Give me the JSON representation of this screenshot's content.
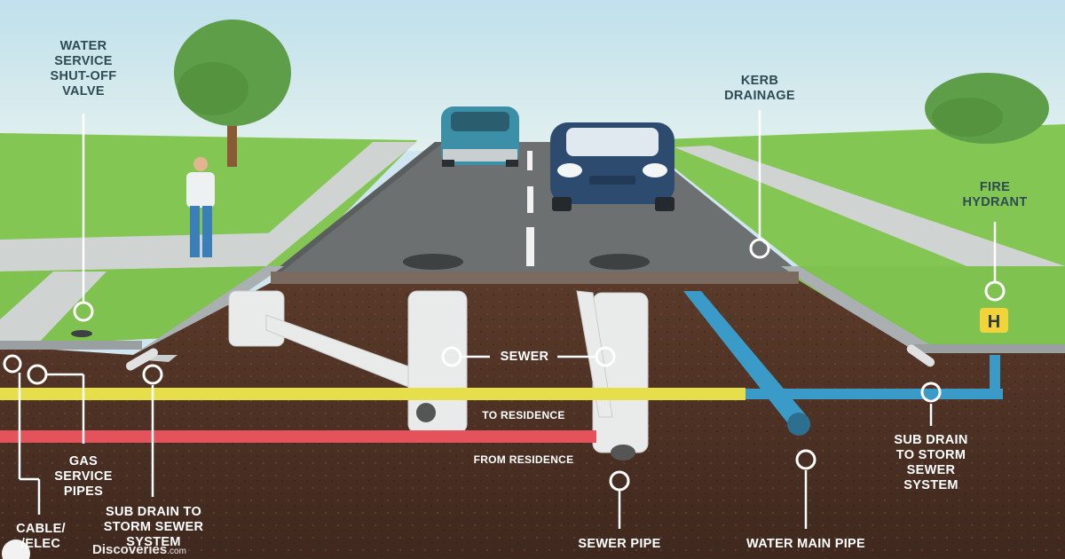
{
  "labels": {
    "water_valve": [
      "WATER",
      "SERVICE",
      "SHUT-OFF",
      "VALVE"
    ],
    "kerb_drainage": [
      "KERB",
      "DRAINAGE"
    ],
    "fire_hydrant": [
      "FIRE",
      "HYDRANT"
    ],
    "hydrant_sign": "H",
    "sewer": "SEWER",
    "to_residence": "TO RESIDENCE",
    "from_residence": "FROM RESIDENCE",
    "gas_pipes": [
      "GAS",
      "SERVICE",
      "PIPES"
    ],
    "sub_drain_left": [
      "SUB DRAIN TO",
      "STORM SEWER",
      "SYSTEM"
    ],
    "sub_drain_right": [
      "SUB DRAIN",
      "TO STORM",
      "SEWER",
      "SYSTEM"
    ],
    "cable": [
      "CABLE/",
      "/ELEC"
    ],
    "sewer_pipe": "SEWER PIPE",
    "water_main": "WATER MAIN PIPE"
  },
  "watermark": {
    "main": "Discoveries",
    "suffix": ".com"
  },
  "colors": {
    "sky": "#cfe6f0",
    "grass": "#7fc24f",
    "soil": "#4a3024",
    "road": "#6b6e6f",
    "gas_pipe": "#e6de4a",
    "cable_pipe": "#e4525b",
    "water_pipe": "#3a9bc9",
    "sewer_concrete": "#e9ebea",
    "car_blue": "#3b8fa6",
    "car_navy": "#2c4b6e"
  }
}
